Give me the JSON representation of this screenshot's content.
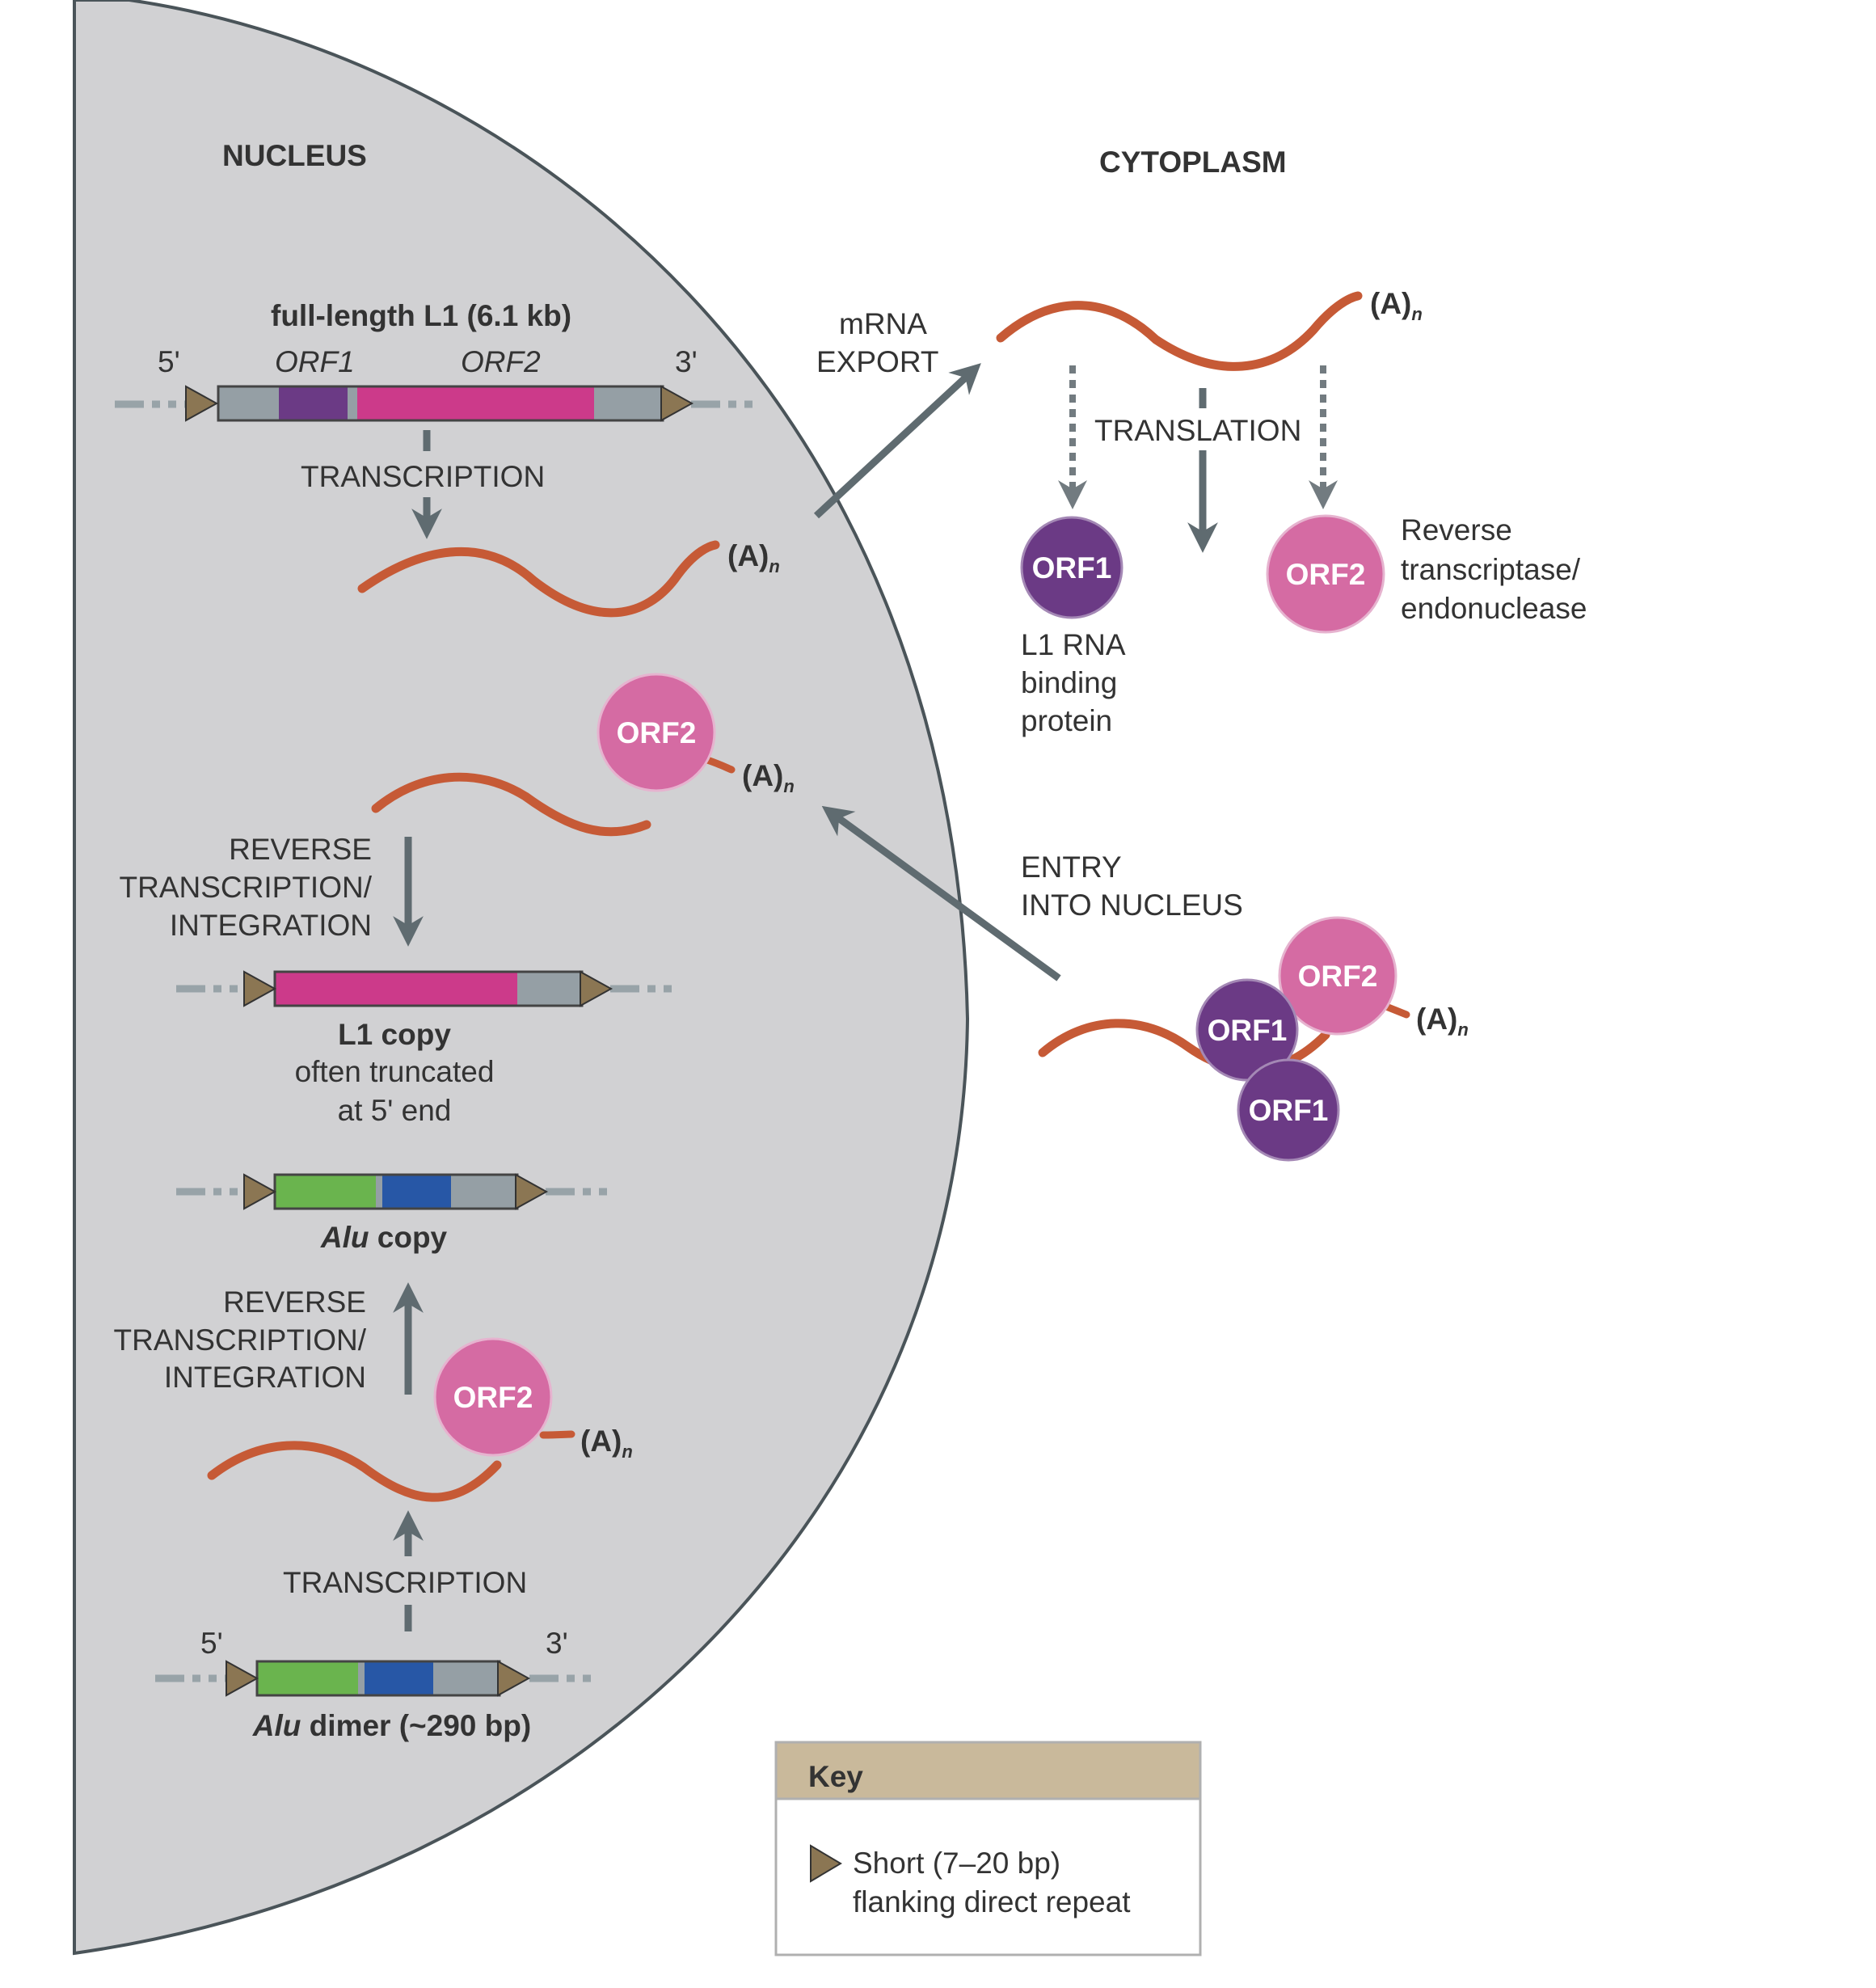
{
  "colors": {
    "nucleus_fill": "#d1d1d3",
    "nucleus_edge": "#4a5459",
    "mrna": "#c65a36",
    "orf1_protein": "#6b3a85",
    "orf2_protein": "#d56ba3",
    "orf1_segment": "#6b3a85",
    "orf2_segment": "#cc3a8a",
    "utr_segment": "#959fa5",
    "alu_left": "#6ab44e",
    "alu_right": "#2757a6",
    "repeat_triangle": "#8b7653",
    "key_header": "#c9b99b"
  },
  "compartments": {
    "nucleus": "NUCLEUS",
    "cytoplasm": "CYTOPLASM"
  },
  "l1_gene": {
    "title": "full-length L1 (6.1 kb)",
    "five_prime": "5'",
    "three_prime": "3'",
    "orf1_label": "ORF1",
    "orf2_label": "ORF2"
  },
  "steps": {
    "transcription_top": "TRANSCRIPTION",
    "mrna_export_line1": "mRNA",
    "mrna_export_line2": "EXPORT",
    "translation": "TRANSLATION",
    "entry_line1": "ENTRY",
    "entry_line2": "INTO NUCLEUS",
    "rt_line1": "REVERSE",
    "rt_line2": "TRANSCRIPTION/",
    "rt_line3": "INTEGRATION",
    "transcription_bottom": "TRANSCRIPTION"
  },
  "polya": {
    "text": "(A)",
    "subscript": "n"
  },
  "proteins": {
    "orf1": "ORF1",
    "orf2": "ORF2",
    "orf1_desc_line1": "L1 RNA",
    "orf1_desc_line2": "binding",
    "orf1_desc_line3": "protein",
    "orf2_desc_line1": "Reverse",
    "orf2_desc_line2": "transcriptase/",
    "orf2_desc_line3": "endonuclease"
  },
  "l1_copy": {
    "title": "L1 copy",
    "line2": "often truncated",
    "line3": "at 5' end"
  },
  "alu_copy": {
    "italic": "Alu",
    "rest": " copy"
  },
  "alu_dimer": {
    "italic": "Alu",
    "rest": " dimer (~290 bp)",
    "five_prime": "5'",
    "three_prime": "3'"
  },
  "key": {
    "title": "Key",
    "line1": "Short (7–20 bp)",
    "line2": "flanking direct repeat"
  }
}
